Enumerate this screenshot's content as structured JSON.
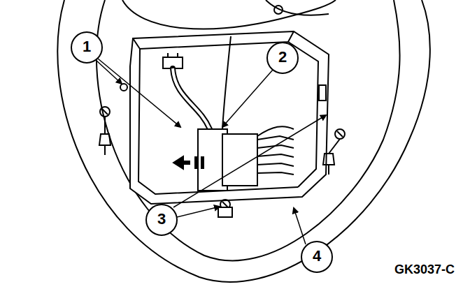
{
  "diagram": {
    "labels": [
      "1",
      "2",
      "3",
      "4",
      "GK3037-C"
    ]
  }
}
